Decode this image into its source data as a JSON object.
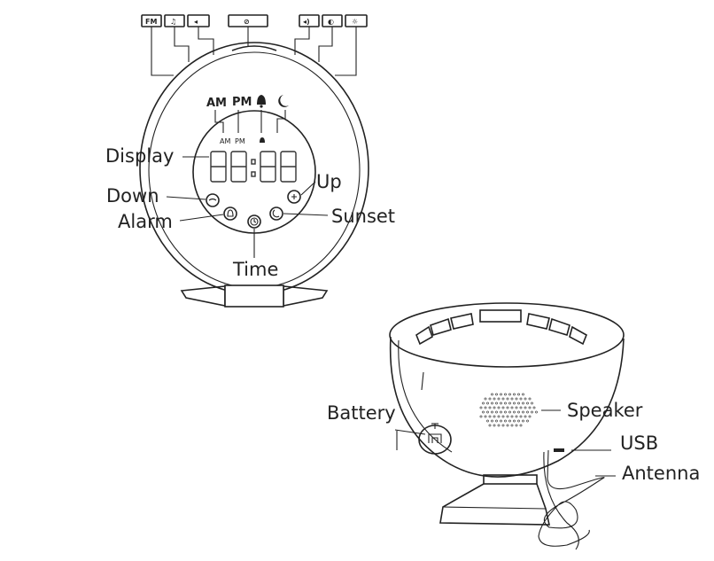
{
  "top_buttons": [
    {
      "icon": "fm-radio-icon",
      "text": "FM"
    },
    {
      "icon": "music-note-icon",
      "text": "♫"
    },
    {
      "icon": "volume-down-icon",
      "text": "◂"
    },
    {
      "icon": "snooze-icon",
      "text": "⊘"
    },
    {
      "icon": "volume-up-icon",
      "text": "◂)"
    },
    {
      "icon": "brightness-contrast-icon",
      "text": "◐"
    },
    {
      "icon": "light-icon",
      "text": "☼"
    }
  ],
  "display_indicators": {
    "am": "AM",
    "pm": "PM",
    "am_small": "AM",
    "pm_small": "PM"
  },
  "labels": {
    "display": "Display",
    "up": "Up",
    "down": "Down",
    "alarm": "Alarm",
    "sunset": "Sunset",
    "time": "Time",
    "battery": "Battery",
    "speaker": "Speaker",
    "usb": "USB",
    "antenna": "Antenna"
  }
}
